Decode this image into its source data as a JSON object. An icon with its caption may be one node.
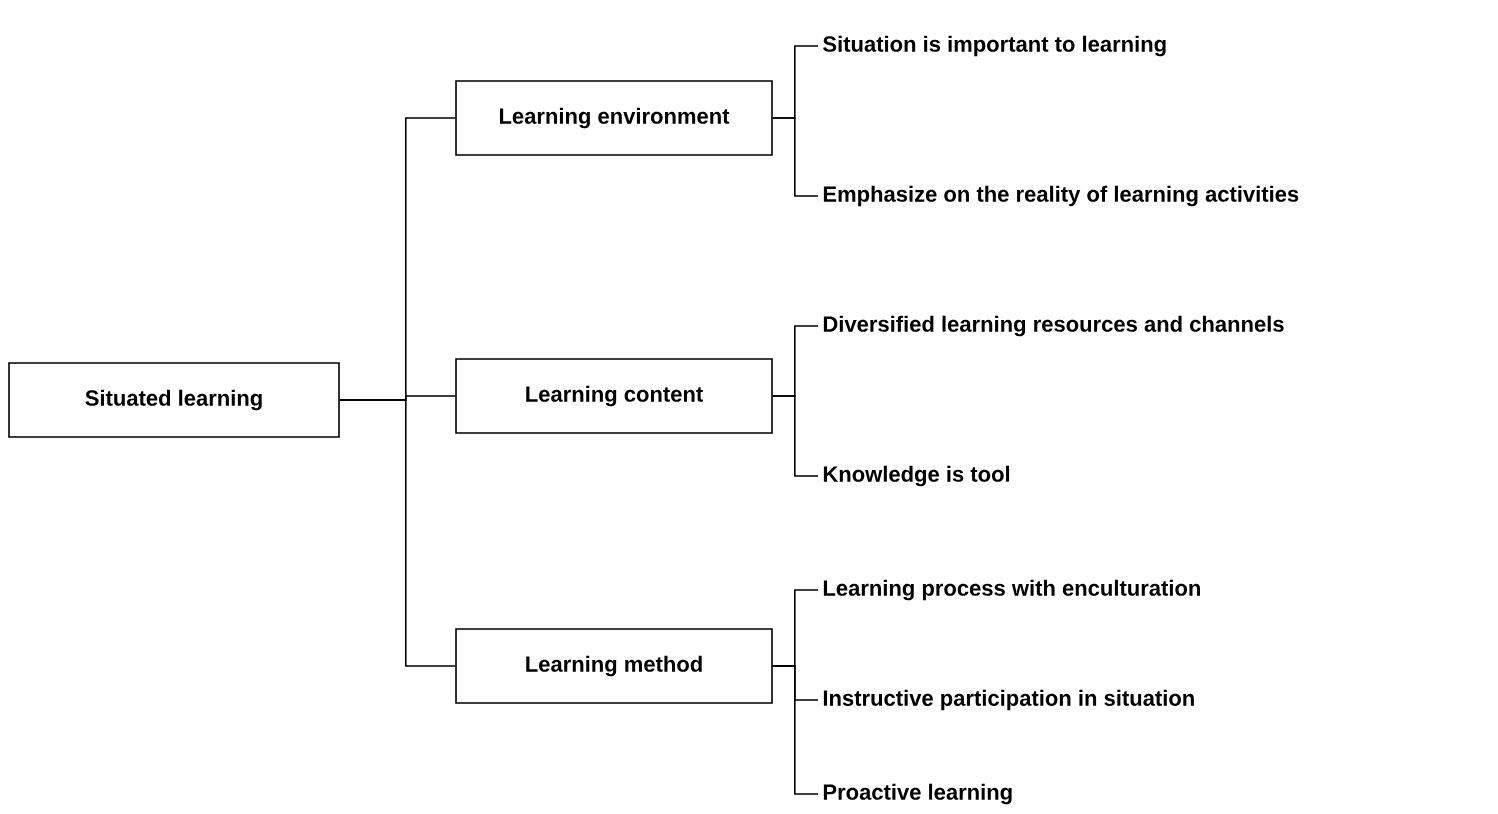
{
  "diagram": {
    "nodes": [
      {
        "text": [
          "Situated learning"
        ]
      },
      {
        "text": [
          "Learning environment"
        ]
      },
      {
        "text": [
          "Situation is important to learning"
        ]
      },
      {
        "text": [
          "Emphasize on the reality of learning activities"
        ]
      },
      {
        "text": [
          "Learning content"
        ]
      },
      {
        "text": [
          "Diversified learning resources and channels"
        ]
      },
      {
        "text": [
          "Knowledge is tool"
        ]
      },
      {
        "text": [
          "Learning method"
        ]
      },
      {
        "text": [
          "Learning process with enculturation"
        ]
      },
      {
        "text": [
          "Instructive participation in situation"
        ]
      },
      {
        "text": [
          "Proactive learning"
        ]
      }
    ],
    "edges": [
      {
        "from": 0,
        "to": 1,
        "arrow": "none"
      },
      {
        "from": 0,
        "to": 4,
        "arrow": "none"
      },
      {
        "from": 0,
        "to": 7,
        "arrow": "none"
      },
      {
        "from": 1,
        "to": 2,
        "arrow": "none"
      },
      {
        "from": 1,
        "to": 3,
        "arrow": "none"
      },
      {
        "from": 4,
        "to": 5,
        "arrow": "none"
      },
      {
        "from": 4,
        "to": 6,
        "arrow": "none"
      },
      {
        "from": 7,
        "to": 8,
        "arrow": "none"
      },
      {
        "from": 7,
        "to": 9,
        "arrow": "none"
      },
      {
        "from": 7,
        "to": 10,
        "arrow": "none"
      }
    ]
  }
}
